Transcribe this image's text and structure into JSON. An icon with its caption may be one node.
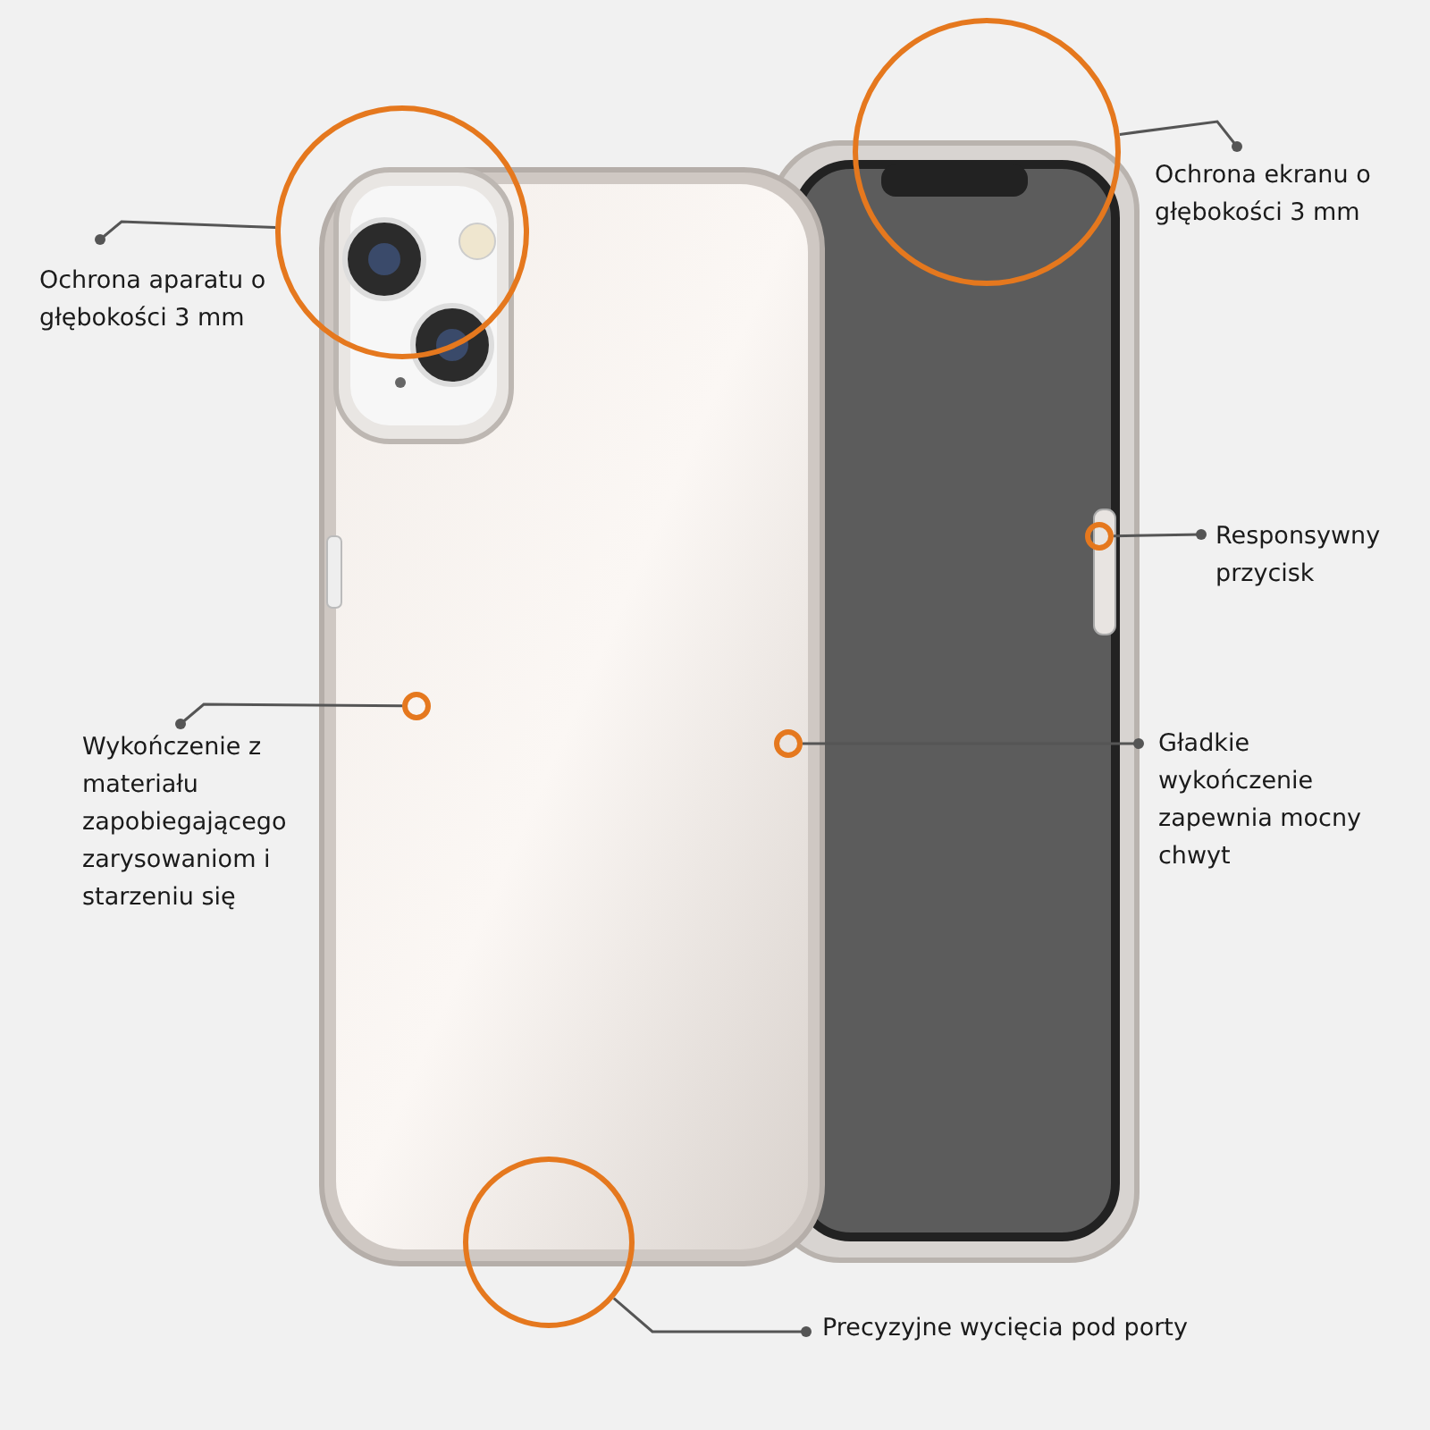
{
  "diagram": {
    "nodes": [
      {
        "text": [
          "Ochrona aparatu o głębokości 3 mm"
        ]
      },
      {
        "text": [
          "Ochrona ekranu o głębokości 3 mm"
        ]
      },
      {
        "text": [
          "Responsywny przycisk"
        ]
      },
      {
        "text": [
          "Wykończenie z materiału zapobiegającego zarysowaniom i starzeniu się"
        ]
      },
      {
        "text": [
          "Gładkie wykończenie zapewnia mocny chwyt"
        ]
      },
      {
        "text": [
          "Precyzyjne wycięcia pod porty"
        ]
      },
      {
        "text": [],
        "shape": "circle"
      },
      {
        "text": [],
        "shape": "circle"
      },
      {
        "text": [],
        "shape": "circle"
      },
      {
        "text": [],
        "shape": "circle"
      },
      {
        "text": [],
        "shape": "circle"
      },
      {
        "text": [],
        "shape": "circle"
      }
    ],
    "edges": [
      {
        "from": 0,
        "to": 6,
        "arrow": "other"
      },
      {
        "from": 1,
        "to": 7,
        "arrow": "other"
      },
      {
        "from": 2,
        "to": 8,
        "arrow": "other"
      },
      {
        "from": 3,
        "to": 9,
        "arrow": "other"
      },
      {
        "from": 4,
        "to": 10,
        "arrow": "other"
      },
      {
        "from": 5,
        "to": 11,
        "arrow": "other"
      }
    ]
  }
}
